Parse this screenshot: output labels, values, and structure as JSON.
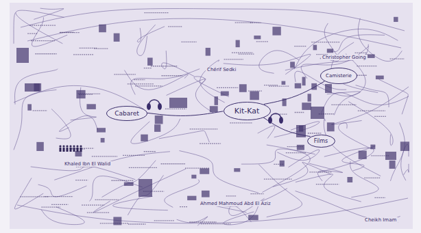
{
  "diagram": {
    "nodes": [
      {
        "text": [
          "Kit-Kat"
        ]
      },
      {
        "text": [
          "Cabaret"
        ]
      },
      {
        "text": [
          "Camisterie"
        ]
      },
      {
        "text": [
          "Films"
        ]
      }
    ],
    "edges": [
      {
        "from": 1,
        "to": 0,
        "arrow": "none"
      },
      {
        "from": 0,
        "to": 2,
        "arrow": "none"
      },
      {
        "from": 0,
        "to": 3,
        "arrow": "none"
      }
    ],
    "labels": [
      "Christopher Going",
      "Chérif Sedki",
      "Khaled Ibn El Walid",
      "Ahmed Mahmoud Abd El Aziz",
      "Cheikh Imam"
    ]
  }
}
